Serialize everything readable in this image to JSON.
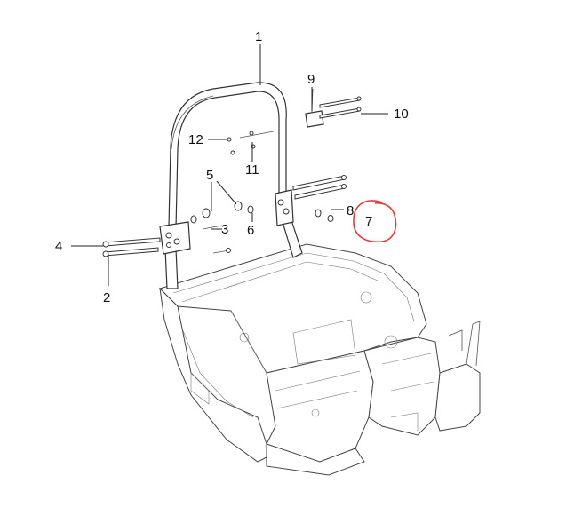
{
  "callouts": {
    "c1": "1",
    "c2": "2",
    "c3": "3",
    "c4": "4",
    "c5": "5",
    "c6": "6",
    "c7": "7",
    "c8": "8",
    "c9": "9",
    "c10": "10",
    "c11": "11",
    "c12": "12"
  },
  "colors": {
    "highlight": "#e53935",
    "line": "#333333",
    "background": "#ffffff"
  }
}
